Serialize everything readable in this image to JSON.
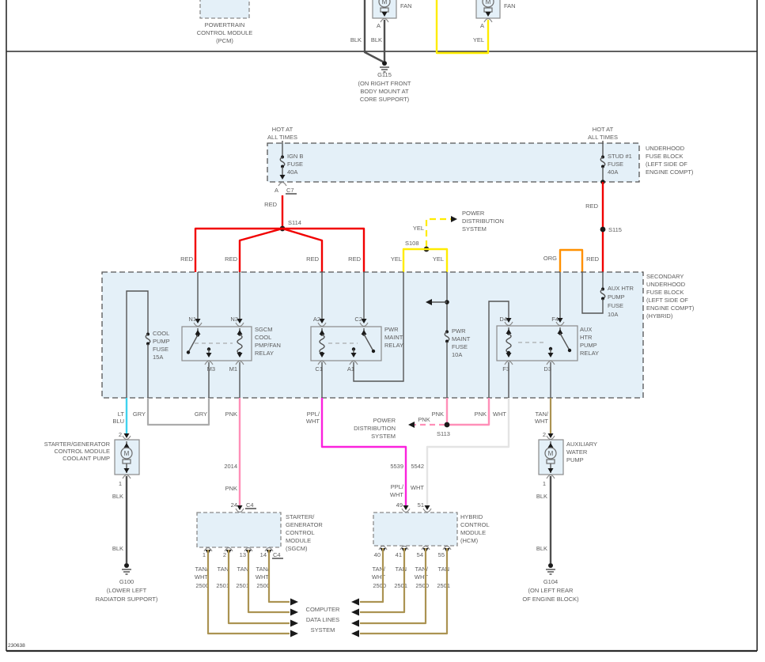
{
  "doc_number": "230638",
  "colors": {
    "red": "#f10000",
    "yellow": "#ffec00",
    "orange": "#ff9000",
    "pink": "#ff8fb8",
    "purple_white": "#fb22dd",
    "light_blue_wire": "#3fd2ee",
    "tan": "#ab9352",
    "gray_wire": "#ababab",
    "white_wire": "#e4e4e4",
    "black_wire": "#4f4f4f",
    "box_fill": "#e4f0f8",
    "text": "#5c5c5c"
  },
  "pcm": {
    "name": [
      "POWERTRAIN",
      "CONTROL MODULE",
      "(PCM)"
    ]
  },
  "fan_left": {
    "label": "FAN",
    "motor": "M",
    "pin": "A",
    "wire_a": "BLK",
    "wire_b": "BLK"
  },
  "fan_right": {
    "label": "FAN",
    "motor": "M",
    "pin": "A",
    "wire": "YEL"
  },
  "g115": {
    "name": "G115",
    "location": [
      "(ON RIGHT FRONT",
      "BODY MOUNT AT",
      "CORE SUPPORT)"
    ]
  },
  "underhood_block": {
    "name": [
      "UNDERHOOD",
      "FUSE BLOCK",
      "(LEFT SIDE OF",
      "ENGINE COMPT)"
    ],
    "left": {
      "hot": [
        "HOT AT",
        "ALL TIMES"
      ],
      "fuse": [
        "IGN B",
        "FUSE",
        "40A"
      ],
      "pin": "A",
      "connector": "C7",
      "wire": "RED"
    },
    "right": {
      "hot": [
        "HOT AT",
        "ALL TIMES"
      ],
      "fuse": [
        "STUD #1",
        "FUSE",
        "40A"
      ],
      "wire_above": "RED",
      "wire_below": "RED"
    }
  },
  "s114": {
    "name": "S114",
    "branch_wires": [
      "RED",
      "RED",
      "RED",
      "RED"
    ]
  },
  "s115": {
    "name": "S115",
    "wire_org": "ORG",
    "wire_red": "RED"
  },
  "s108": {
    "name": "S108",
    "wire_top": "YEL",
    "branch_left": "YEL",
    "branch_right": "YEL",
    "ref": [
      "POWER",
      "DISTRIBUTION",
      "SYSTEM"
    ]
  },
  "secondary_block": {
    "name": [
      "SECONDARY",
      "UNDERHOOD",
      "FUSE BLOCK",
      "(LEFT SIDE OF",
      "ENGINE COMPT)",
      "(HYBRID)"
    ],
    "cool_pump_fuse": [
      "COOL",
      "PUMP",
      "FUSE",
      "15A"
    ],
    "pwr_maint_fuse": [
      "PWR",
      "MAINT",
      "FUSE",
      "10A"
    ],
    "aux_htr_fuse": [
      "AUX HTR",
      "PUMP",
      "FUSE",
      "10A"
    ],
    "relay_sgcm": {
      "name": [
        "SGCM",
        "COOL",
        "PMP/FAN",
        "RELAY"
      ],
      "pin_n1": "N1",
      "pin_n3": "N3",
      "pin_m3": "M3",
      "pin_m1": "M1"
    },
    "relay_pwr": {
      "name": [
        "PWR",
        "MAINT",
        "RELAY"
      ],
      "pin_a2": "A2",
      "pin_c2": "C2",
      "pin_c1": "C1",
      "pin_a1": "A1"
    },
    "relay_aux": {
      "name": [
        "AUX",
        "HTR",
        "PUMP",
        "RELAY"
      ],
      "pin_d4": "D4",
      "pin_f4": "F4",
      "pin_f3": "F3",
      "pin_d3": "D3"
    }
  },
  "s113": {
    "name": "S113",
    "wire_above": "PNK",
    "wire_dash": "PNK",
    "wire_right": "PNK",
    "ref": [
      "POWER",
      "DISTRIBUTION",
      "SYSTEM"
    ]
  },
  "exit_wires": {
    "lt_blu": [
      "LT",
      "BLU"
    ],
    "gry_a": "GRY",
    "gry_b": "GRY",
    "pnk": "PNK",
    "pnk_circuit": "2014",
    "pnk_b": "PNK",
    "ppl": [
      "PPL/",
      "WHT"
    ],
    "ppl_circuit": "5539",
    "ppl_b": [
      "PPL/",
      "WHT"
    ],
    "wht": "WHT",
    "wht_circuit": "5542",
    "wht_b": "WHT",
    "tan": [
      "TAN/",
      "WHT"
    ]
  },
  "coolant_pump": {
    "name": [
      "STARTER/GENERATOR",
      "CONTROL MODULE",
      "COOLANT PUMP"
    ],
    "motor": "M",
    "pin_top": "2",
    "pin_bottom": "1",
    "wire_a": "BLK",
    "wire_b": "BLK"
  },
  "g100": {
    "name": "G100",
    "location": [
      "(LOWER LEFT",
      "RADIATOR SUPPORT)"
    ]
  },
  "aux_pump": {
    "name": [
      "AUXILIARY",
      "WATER",
      "PUMP"
    ],
    "motor": "M",
    "pin_top": "2",
    "pin_bottom": "1",
    "wire_a": "BLK",
    "wire_b": "BLK"
  },
  "g104": {
    "name": "G104",
    "location": [
      "(ON LEFT REAR",
      "OF ENGINE BLOCK)"
    ]
  },
  "sgcm": {
    "name": [
      "STARTER/",
      "GENERATOR",
      "CONTROL",
      "MODULE",
      "(SGCM)"
    ],
    "top_pin": "24",
    "top_conn": "C4",
    "bottom_conn": "C4",
    "pins": [
      "1",
      "2",
      "13",
      "14"
    ],
    "wires": [
      [
        "TAN/",
        "WHT"
      ],
      [
        "TAN"
      ],
      [
        "TAN"
      ],
      [
        "TAN/",
        "WHT"
      ]
    ],
    "circuits": [
      "2500",
      "2501",
      "2501",
      "2500"
    ]
  },
  "hcm": {
    "name": [
      "HYBRID",
      "CONTROL",
      "MODULE",
      "(HCM)"
    ],
    "pin_49": "49",
    "pin_51": "51",
    "pins": [
      "40",
      "41",
      "54",
      "55"
    ],
    "wires": [
      [
        "TAN/",
        "WHT"
      ],
      [
        "TAN"
      ],
      [
        "TAN/",
        "WHT"
      ],
      [
        "TAN"
      ]
    ],
    "circuits": [
      "2500",
      "2501",
      "2500",
      "2501"
    ]
  },
  "data_lines_ref": [
    "COMPUTER",
    "DATA LINES",
    "SYSTEM"
  ]
}
